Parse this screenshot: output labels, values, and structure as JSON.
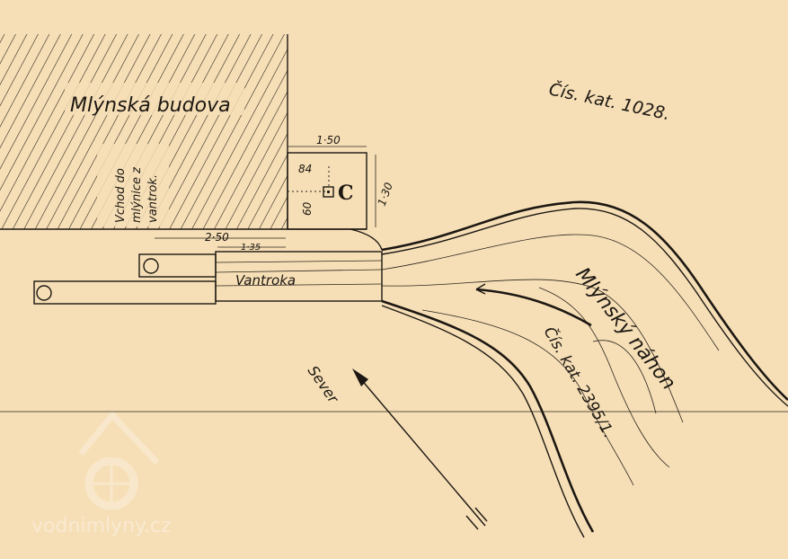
{
  "labels": {
    "building": "Mlýnská budova",
    "parcel_top": "Čís. kat. 1028.",
    "entrance": [
      "Vchod do",
      "mlýnice z",
      "vantrok."
    ],
    "chamber": "C",
    "trough": "Vantroka",
    "millrace": "Mlýnský náhon",
    "parcel_race": "Čís. kat. 2395/1.",
    "north": "Sever"
  },
  "dimensions": {
    "chamber_width": "1·50",
    "chamber_height": "1·30",
    "offset_x": "84",
    "offset_y": "60",
    "trough_total": "2·50",
    "trough_part": "1·35"
  },
  "watermark": "vodnimlyny.cz"
}
